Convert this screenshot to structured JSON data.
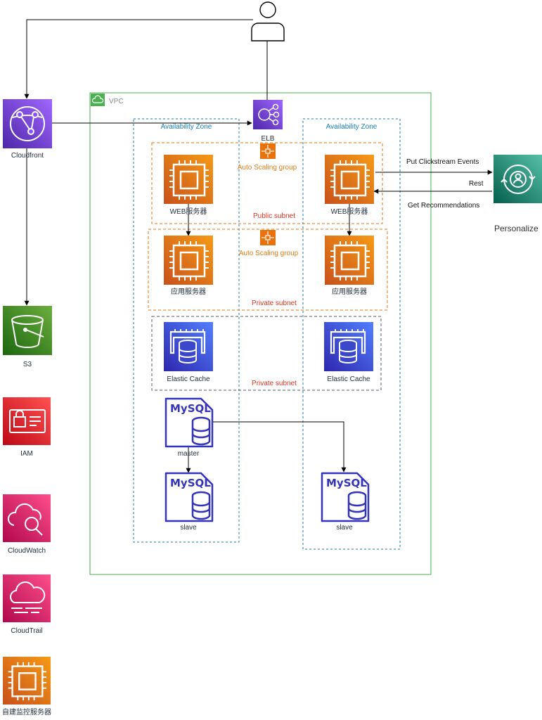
{
  "vpc": {
    "label": "VPC"
  },
  "availability_zone_left": {
    "label": "Availability Zone"
  },
  "availability_zone_right": {
    "label": "Availability Zone"
  },
  "elb": {
    "label": "ELB"
  },
  "public_subnet": {
    "label": "Public subnet",
    "asg_label": "Auto Scaling group"
  },
  "private_subnet_app": {
    "label": "Private subnet",
    "asg_label": "Auto Scaling group"
  },
  "private_subnet_cache": {
    "label": "Private subnet"
  },
  "web_left": {
    "label": "WEB服务器"
  },
  "web_right": {
    "label": "WEB服务器"
  },
  "app_left": {
    "label": "应用服务器"
  },
  "app_right": {
    "label": "应用服务器"
  },
  "cache_left": {
    "label": "Elastic Cache"
  },
  "cache_right": {
    "label": "Elastic Cache"
  },
  "mysql_master": {
    "label": "master",
    "text": "MySQL"
  },
  "mysql_slave_left": {
    "label": "slave",
    "text": "MySQL"
  },
  "mysql_slave_right": {
    "label": "slave",
    "text": "MySQL"
  },
  "cloudfront": {
    "label": "Cloudfront"
  },
  "s3": {
    "label": "S3"
  },
  "iam": {
    "label": "IAM"
  },
  "cloudwatch": {
    "label": "CloudWatch"
  },
  "cloudtrail": {
    "label": "CloudTrail"
  },
  "monitor_server": {
    "label": "自建监控服务器"
  },
  "personalize": {
    "label": "Personalize"
  },
  "edges": {
    "put_events": "Put Clickstream Events",
    "rest": "Rest",
    "get_recs": "Get Recommendations"
  },
  "colors": {
    "orange_compute": "#e8730d",
    "purple_network": "#8c4fff",
    "green_storage": "#3f8624",
    "red_security": "#dd344c",
    "pink_mgmt": "#e7157b",
    "blue_db": "#3b48cc",
    "teal_ml": "#01a88d",
    "vpc_green": "#4caf50",
    "az_blue": "#147eba"
  }
}
